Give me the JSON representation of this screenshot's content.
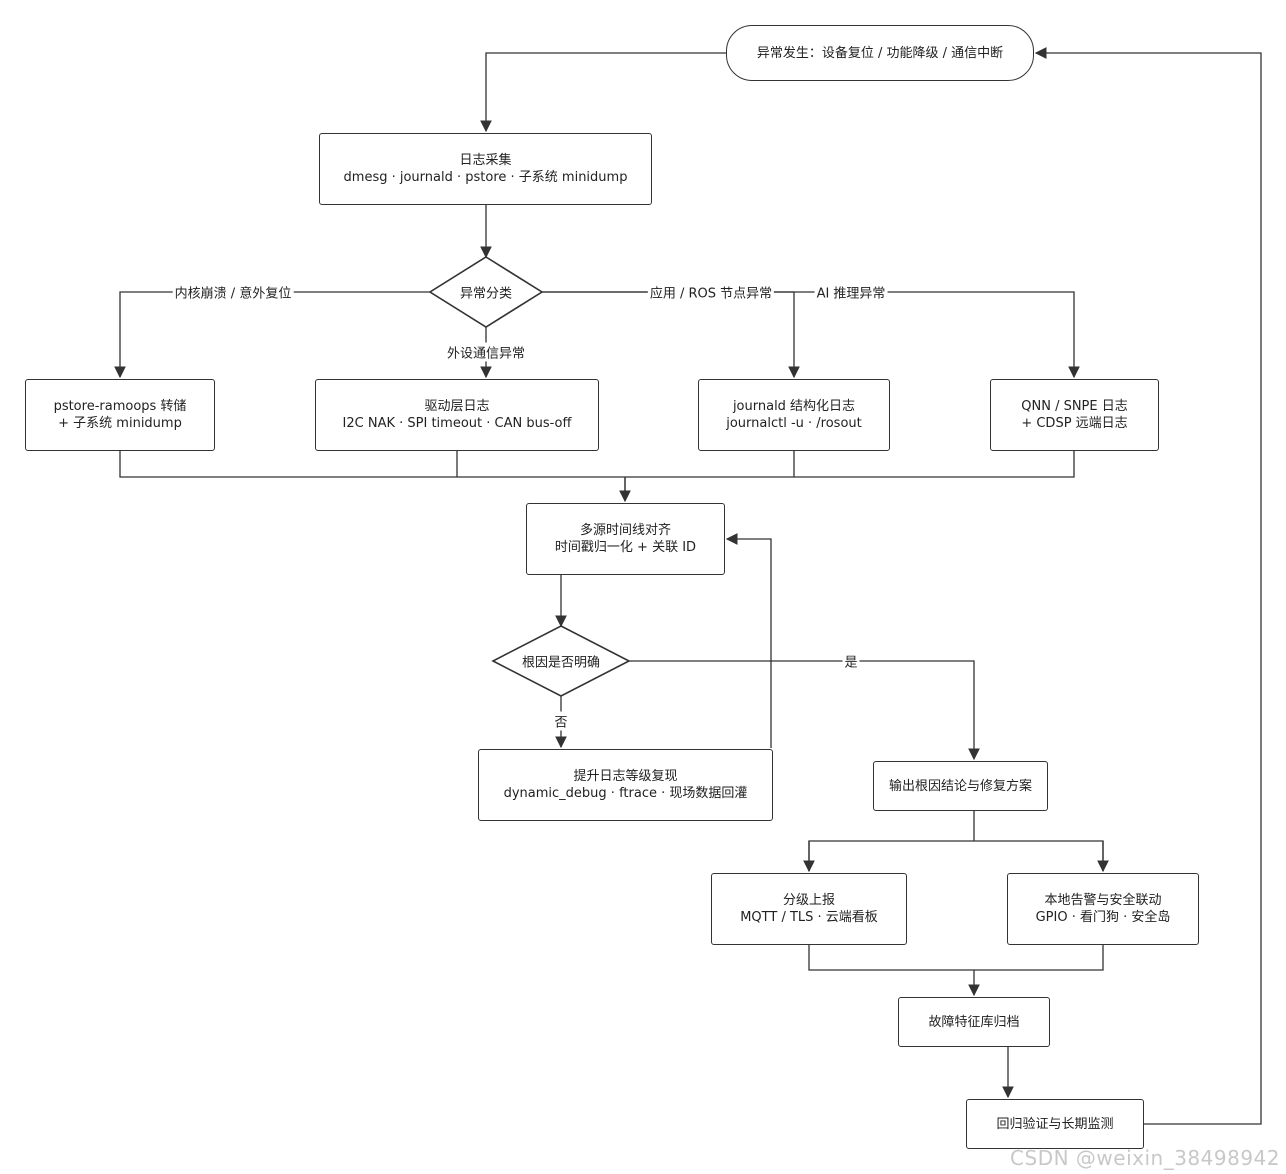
{
  "nodes": {
    "start": {
      "text": "异常发生：设备复位 / 功能降级 / 通信中断"
    },
    "collect": {
      "line1": "日志采集",
      "line2": "dmesg · journald · pstore · 子系统 minidump"
    },
    "classify": {
      "text": "异常分类"
    },
    "kernel": {
      "line1": "pstore-ramoops 转储",
      "line2": "+ 子系统 minidump"
    },
    "driver": {
      "line1": "驱动层日志",
      "line2": "I2C NAK · SPI timeout · CAN bus-off"
    },
    "journald": {
      "line1": "journald 结构化日志",
      "line2": "journalctl -u · /rosout"
    },
    "qnn": {
      "line1": "QNN / SNPE 日志",
      "line2": "+ CDSP 远端日志"
    },
    "align": {
      "line1": "多源时间线对齐",
      "line2": "时间戳归一化 + 关联 ID"
    },
    "rootcause": {
      "text": "根因是否明确"
    },
    "elevate": {
      "line1": "提升日志等级复现",
      "line2": "dynamic_debug · ftrace · 现场数据回灌"
    },
    "output": {
      "text": "输出根因结论与修复方案"
    },
    "report": {
      "line1": "分级上报",
      "line2": "MQTT / TLS · 云端看板"
    },
    "alarm": {
      "line1": "本地告警与安全联动",
      "line2": "GPIO · 看门狗 · 安全岛"
    },
    "archive": {
      "text": "故障特征库归档"
    },
    "verify": {
      "text": "回归验证与长期监测"
    }
  },
  "edge_labels": {
    "kernel": "内核崩溃 / 意外复位",
    "peripheral": "外设通信异常",
    "app": "应用 / ROS 节点异常",
    "ai": "AI 推理异常",
    "yes": "是",
    "no": "否"
  },
  "watermark": "CSDN @weixin_38498942",
  "colors": {
    "stroke": "#333333",
    "fill": "#ffffff",
    "watermark": "#c8c8c8"
  }
}
